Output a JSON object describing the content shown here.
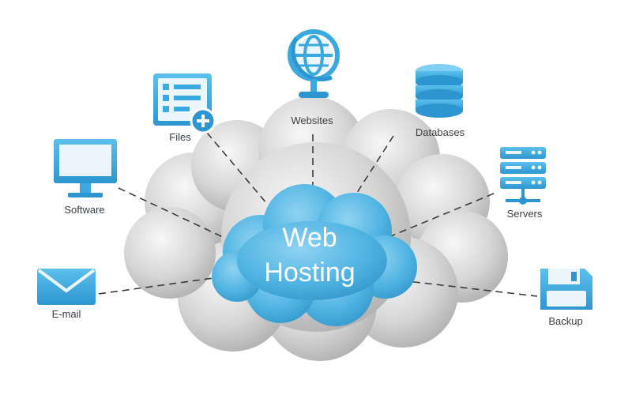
{
  "center": {
    "title_line1": "Web",
    "title_line2": "Hosting"
  },
  "nodes": {
    "files": {
      "label": "Files",
      "icon": "file-list-add-icon"
    },
    "websites": {
      "label": "Websites",
      "icon": "globe-icon"
    },
    "databases": {
      "label": "Databases",
      "icon": "database-icon"
    },
    "software": {
      "label": "Software",
      "icon": "monitor-icon"
    },
    "servers": {
      "label": "Servers",
      "icon": "server-rack-icon"
    },
    "email": {
      "label": "E-mail",
      "icon": "envelope-icon"
    },
    "backup": {
      "label": "Backup",
      "icon": "floppy-disk-icon"
    }
  },
  "colors": {
    "icon_blue": "#3aa9e0",
    "icon_blue_dark": "#1f8cc8",
    "cloud_gray": "#cfcfcf",
    "center_cloud": "#4fb3e2",
    "label_text": "#3a3f44",
    "connector": "#3b3b3b"
  }
}
